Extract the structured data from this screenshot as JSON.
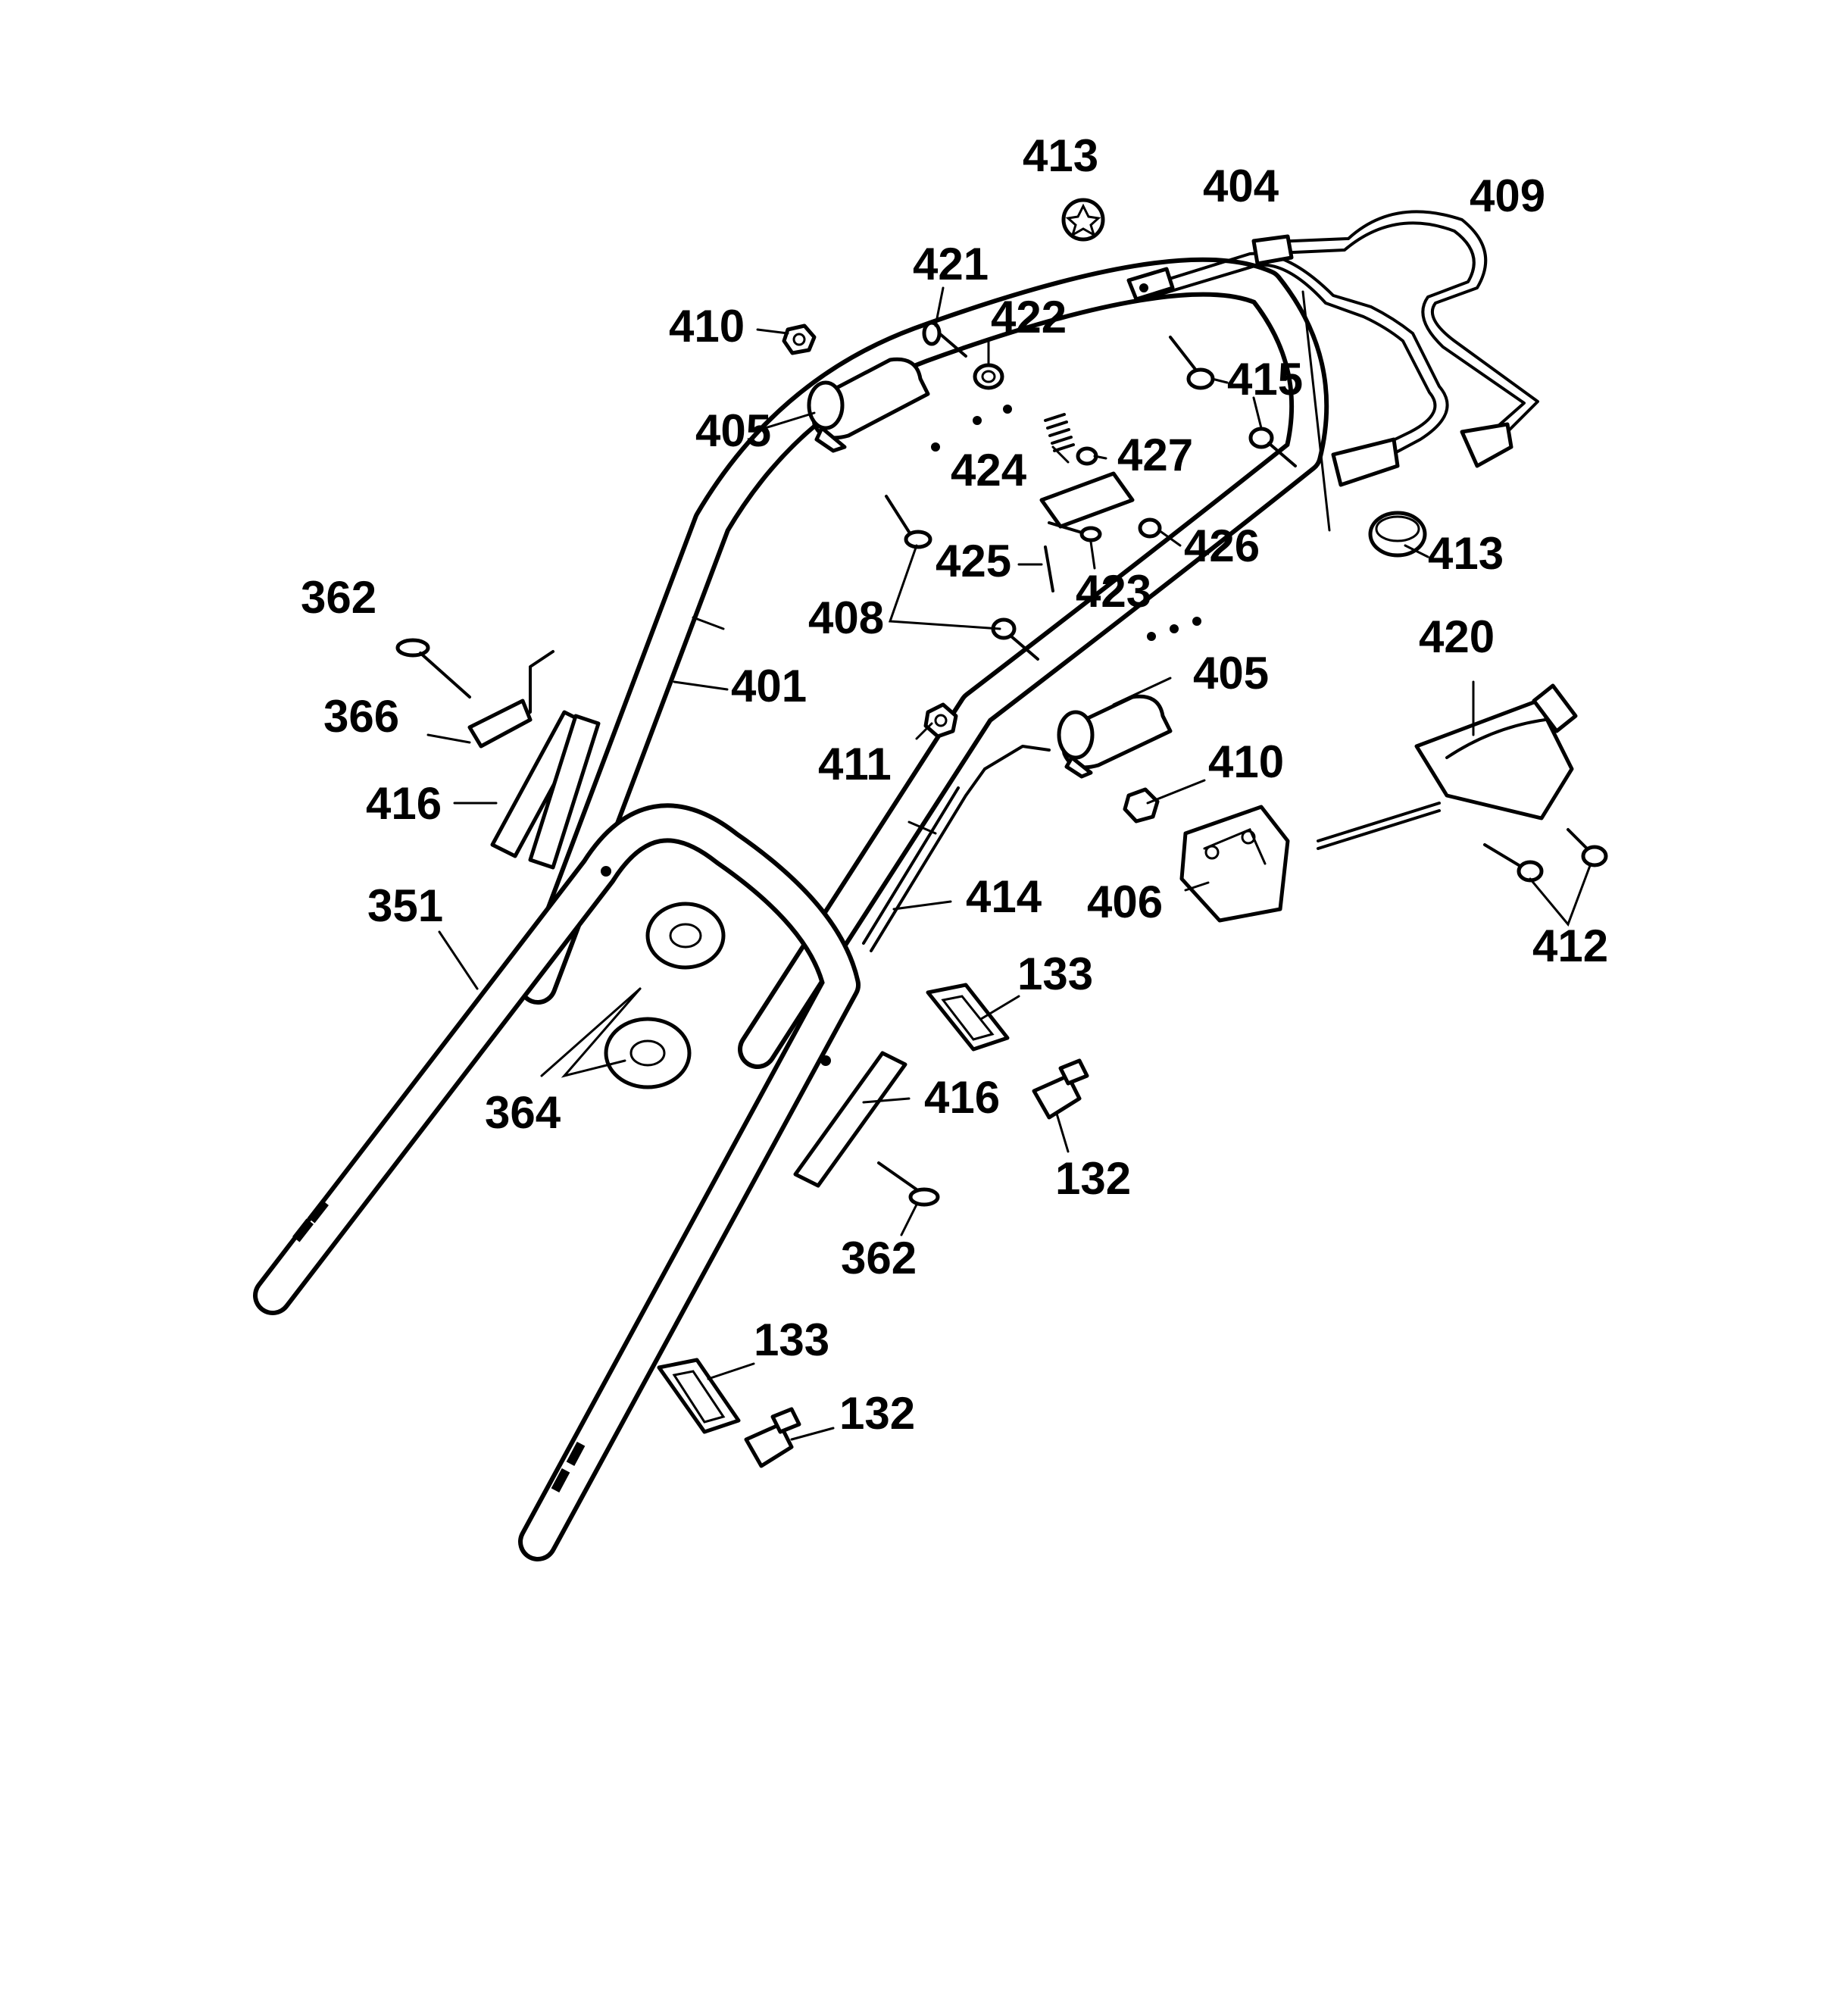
{
  "diagram": {
    "labels": {
      "p413a": "413",
      "p404": "404",
      "p409": "409",
      "p421": "421",
      "p410a": "410",
      "p422": "422",
      "p415": "415",
      "p405a": "405",
      "p424": "424",
      "p427": "427",
      "p413b": "413",
      "p425": "425",
      "p423": "423",
      "p426": "426",
      "p362a": "362",
      "p408": "408",
      "p420": "420",
      "p401": "401",
      "p405b": "405",
      "p366": "366",
      "p411": "411",
      "p410b": "410",
      "p416a": "416",
      "p351": "351",
      "p414": "414",
      "p406": "406",
      "p412": "412",
      "p133a": "133",
      "p364": "364",
      "p416b": "416",
      "p132a": "132",
      "p362b": "362",
      "p133b": "133",
      "p132b": "132"
    }
  }
}
